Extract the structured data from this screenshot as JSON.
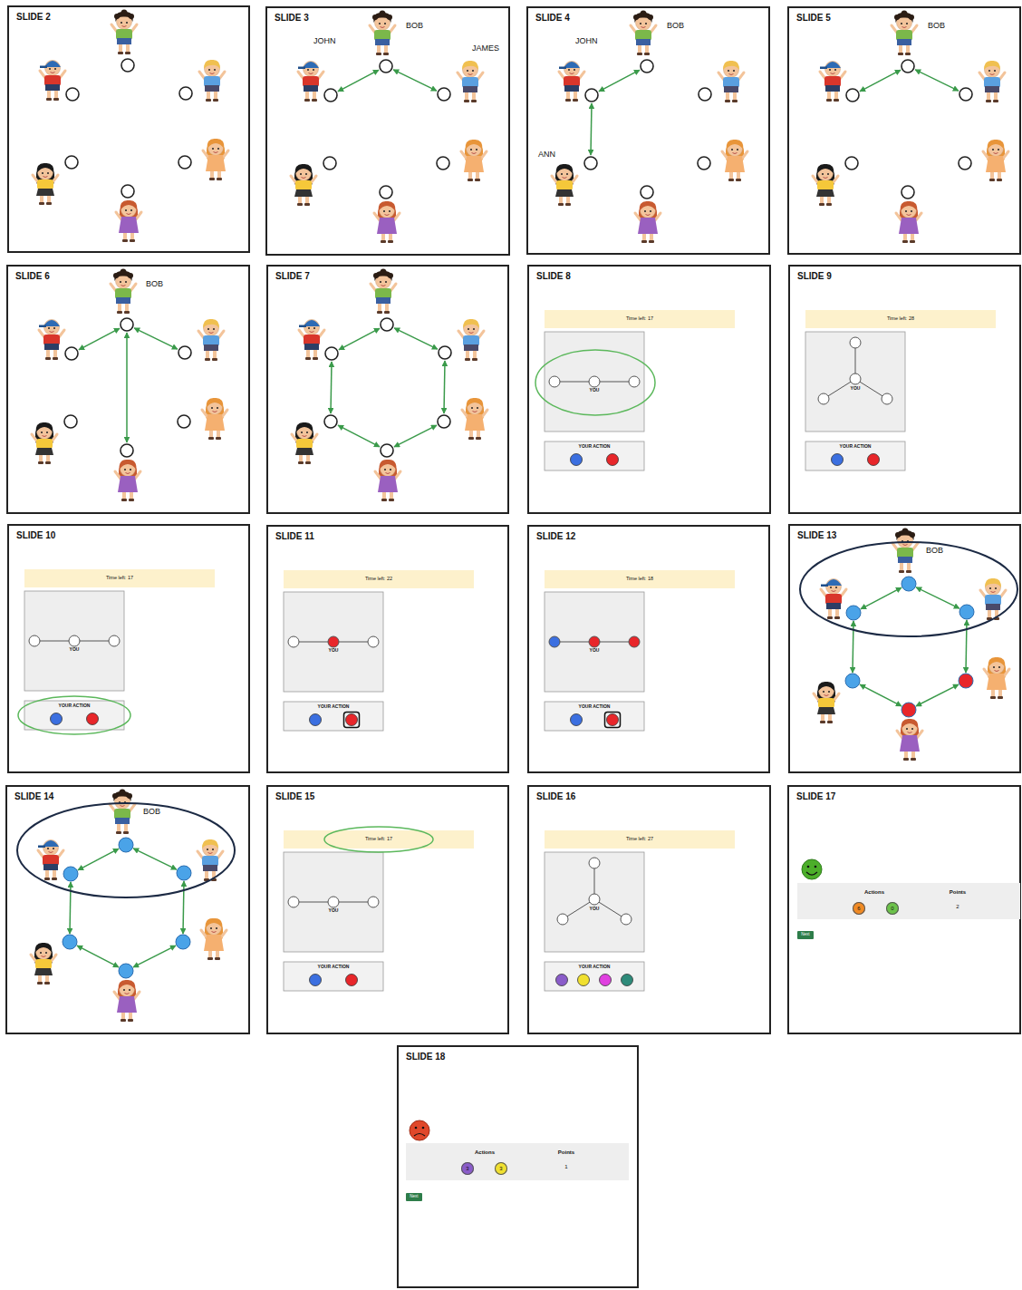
{
  "diagram": {
    "nodes": [
      {
        "text": [
          "SLIDE 2"
        ]
      },
      {
        "text": [
          "SLIDE 3",
          "BOB",
          "JOHN",
          "JAMES"
        ]
      },
      {
        "text": [
          "SLIDE 4",
          "BOB",
          "JOHN",
          "ANN"
        ]
      },
      {
        "text": [
          "SLIDE 5",
          "BOB"
        ]
      },
      {
        "text": [
          "SLIDE 6",
          "BOB"
        ]
      },
      {
        "text": [
          "SLIDE 7"
        ]
      },
      {
        "text": [
          "SLIDE 8"
        ]
      },
      {
        "text": [
          "Time left: 17"
        ],
        "in": 6
      },
      {
        "text": [
          "YOU"
        ],
        "in": 6
      },
      {
        "text": [
          "YOUR ACTION"
        ],
        "in": 6
      },
      {
        "text": [
          "SLIDE 9"
        ]
      },
      {
        "text": [
          "Time left: 28"
        ],
        "in": 10
      },
      {
        "text": [
          "YOU"
        ],
        "in": 10
      },
      {
        "text": [
          "YOUR ACTION"
        ],
        "in": 10
      },
      {
        "text": [
          "SLIDE 10"
        ]
      },
      {
        "text": [
          "Time left: 17"
        ],
        "in": 14
      },
      {
        "text": [
          "YOU"
        ],
        "in": 14
      },
      {
        "text": [
          "YOUR ACTION"
        ],
        "in": 14
      },
      {
        "text": [
          "SLIDE 11"
        ]
      },
      {
        "text": [
          "Time left: 22"
        ],
        "in": 18
      },
      {
        "text": [
          "YOU"
        ],
        "in": 18
      },
      {
        "text": [
          "YOUR ACTION"
        ],
        "in": 18
      },
      {
        "text": [
          "SLIDE 12"
        ]
      },
      {
        "text": [
          "Time left: 18"
        ],
        "in": 22
      },
      {
        "text": [
          "YOU"
        ],
        "in": 22
      },
      {
        "text": [
          "YOUR ACTION"
        ],
        "in": 22
      },
      {
        "text": [
          "SLIDE 13",
          "BOB"
        ]
      },
      {
        "text": [
          "SLIDE 14",
          "BOB"
        ]
      },
      {
        "text": [
          "SLIDE 15"
        ]
      },
      {
        "text": [
          "Time left: 17"
        ],
        "in": 28
      },
      {
        "text": [
          "YOU"
        ],
        "in": 28
      },
      {
        "text": [
          "YOUR ACTION"
        ],
        "in": 28
      },
      {
        "text": [
          "SLIDE 16"
        ]
      },
      {
        "text": [
          "Time left: 27"
        ],
        "in": 32
      },
      {
        "text": [
          "YOU"
        ],
        "in": 32
      },
      {
        "text": [
          "YOUR ACTION"
        ],
        "in": 32
      },
      {
        "text": [
          "SLIDE 17"
        ]
      },
      {
        "text": [
          "Actions",
          "Points",
          "2"
        ],
        "in": 36
      },
      {
        "text": [
          "6"
        ],
        "in": 37
      },
      {
        "text": [
          "0"
        ],
        "in": 37
      },
      {
        "text": [
          "Next"
        ],
        "in": 36
      },
      {
        "text": [
          "SLIDE 18"
        ]
      },
      {
        "text": [
          "Actions",
          "Points",
          "1"
        ],
        "in": 41
      },
      {
        "text": [
          "3"
        ],
        "in": 42
      },
      {
        "text": [
          "3"
        ],
        "in": 42
      },
      {
        "text": [
          "Next"
        ],
        "in": 41
      }
    ]
  }
}
